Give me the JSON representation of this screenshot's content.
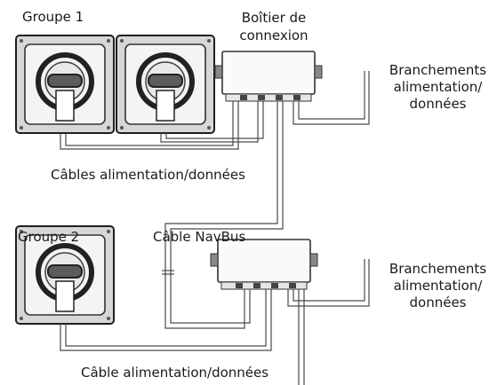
{
  "labels": {
    "group1": "Groupe 1",
    "junction_box": "Boîtier de connexion",
    "power_data_top": [
      "Branchements",
      "alimentation/",
      "données"
    ],
    "cables_top": "Câbles alimentation/données",
    "group2": "Groupe 2",
    "navbus_cable": "Câble NavBus",
    "power_data_bottom": [
      "Branchements",
      "alimentation/",
      "données"
    ],
    "cable_bottom": "Câble alimentation/données"
  },
  "icons": {
    "instrument": "marine-instrument-icon",
    "junction_box": "junction-box-icon"
  }
}
